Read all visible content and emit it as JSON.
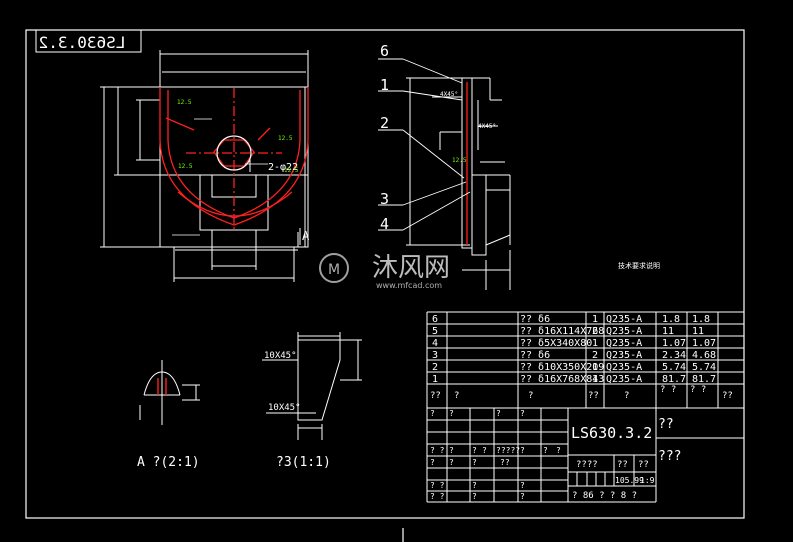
{
  "drawing": {
    "mirrored_code": "LS630.3.2",
    "view_marker": "A",
    "dim_2_phi22": "2-φ22",
    "dim_4x45_a": "4X45°",
    "dim_4x45_b": "4X45°",
    "green_note_1": "12.5",
    "green_note_2": "12.5",
    "green_note_3": "12.5",
    "green_note_4": "12.5",
    "green_note_5": "12.5",
    "note_right": "技术要求说明",
    "dim_10x45_a": "10X45°",
    "dim_10x45_b": "10X45°",
    "view_a_label": "A ?(2:1)",
    "view_3_label": "?3(1:1)",
    "callouts": [
      "6",
      "1",
      "2",
      "3",
      "4"
    ],
    "watermark_cn": "沐风网",
    "watermark_url": "www.mfcad.com"
  },
  "bom": {
    "rows": [
      {
        "no": "6",
        "name": "?? δ6",
        "qty": "1",
        "material": "Q235-A",
        "unit": "1.8",
        "total": "1.8"
      },
      {
        "no": "5",
        "name": "?? δ16X114X768",
        "qty": "2",
        "material": "Q235-A",
        "unit": "11",
        "total": "11"
      },
      {
        "no": "4",
        "name": "?? δ5X340X80",
        "qty": "1",
        "material": "Q235-A",
        "unit": "1.07",
        "total": "1.07"
      },
      {
        "no": "3",
        "name": "?? δ6",
        "qty": "2",
        "material": "Q235-A",
        "unit": "2.34",
        "total": "4.68"
      },
      {
        "no": "2",
        "name": "?? δ10X350X209",
        "qty": "1",
        "material": "Q235-A",
        "unit": "5.74",
        "total": "5.74"
      },
      {
        "no": "1",
        "name": "?? δ16X768X843",
        "qty": "1",
        "material": "Q235-A",
        "unit": "81.7",
        "total": "81.7"
      }
    ],
    "header": {
      "no": "??",
      "name": "?",
      "code": "?",
      "qty": "??",
      "material": "?",
      "unit": "? ?",
      "total": "? ?",
      "note": "??"
    }
  },
  "title_block": {
    "drawing_code": "LS630.3.2",
    "part_name": "??",
    "company": "???",
    "r1": [
      "?",
      "?",
      "?",
      "?"
    ],
    "r2": [
      "? ?",
      "?",
      "?",
      "?",
      "?????",
      "?",
      "?",
      "?"
    ],
    "r3": [
      "?",
      "?",
      "?",
      "??"
    ],
    "stage_label": "????",
    "weight_label": "??",
    "scale_label": "??",
    "weight_value": "105.99",
    "scale_value": "1:9",
    "r4": [
      "? ?",
      "?",
      "?"
    ],
    "r5": [
      "? ?",
      "?",
      "?"
    ],
    "sheet_info": "? 86 ?   ? 8   ?"
  }
}
